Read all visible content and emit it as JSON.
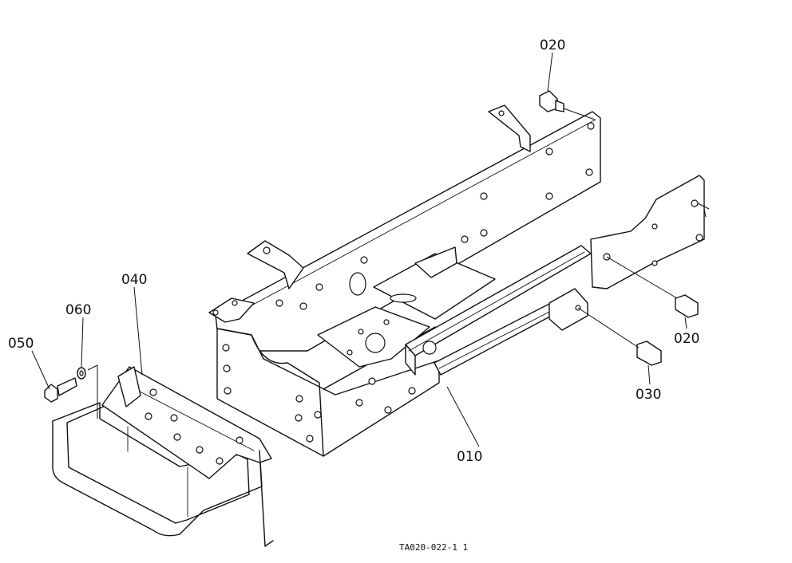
{
  "parts": [
    {
      "id": "p010",
      "label": "010"
    },
    {
      "id": "p020a",
      "label": "020"
    },
    {
      "id": "p020b",
      "label": "020"
    },
    {
      "id": "p030",
      "label": "030"
    },
    {
      "id": "p040",
      "label": "040"
    },
    {
      "id": "p050",
      "label": "050"
    },
    {
      "id": "p060",
      "label": "060"
    }
  ],
  "drawing_code": "TA020-022-1 1"
}
